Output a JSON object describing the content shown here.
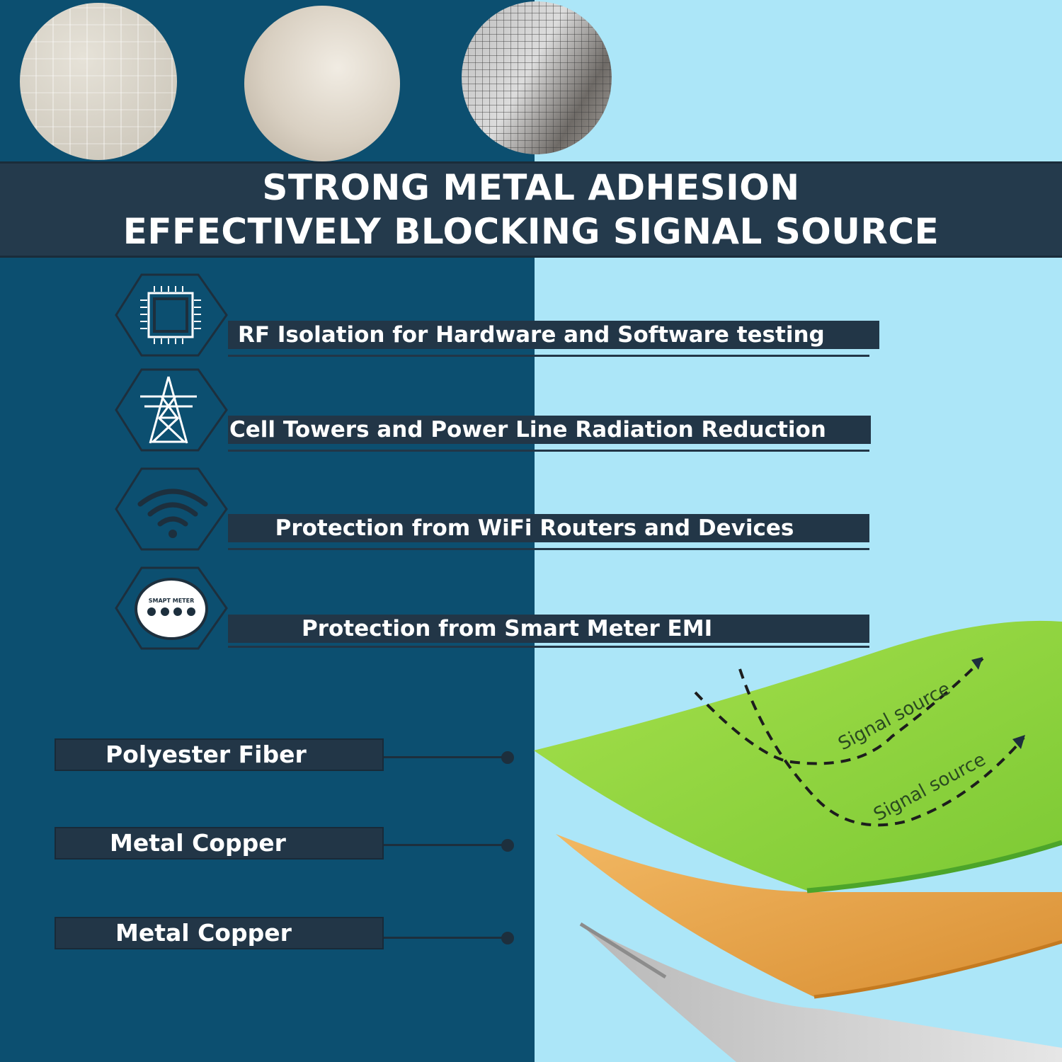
{
  "swatches": [
    {
      "name": "ripstop-fabric-closeup"
    },
    {
      "name": "beige-fabric-fold"
    },
    {
      "name": "grid-fabric-fold"
    }
  ],
  "title": {
    "line1": "STRONG METAL ADHESION",
    "line2": "EFFECTIVELY BLOCKING SIGNAL SOURCE"
  },
  "features": [
    {
      "icon": "chip-icon",
      "label": "RF Isolation for Hardware and Software testing"
    },
    {
      "icon": "power-tower-icon",
      "label": "Cell Towers and Power Line Radiation Reduction"
    },
    {
      "icon": "wifi-icon",
      "label": "Protection from WiFi Routers and Devices"
    },
    {
      "icon": "smart-meter-icon",
      "label": "Protection from Smart Meter EMI",
      "icon_text": "SMAPT METER"
    }
  ],
  "layers": [
    {
      "label": "Polyester Fiber"
    },
    {
      "label": "Metal Copper"
    },
    {
      "label": "Metal Copper"
    }
  ],
  "diagram": {
    "arrow_label_1": "Signal source",
    "arrow_label_2": "Signal source",
    "colors": {
      "top_layer": "#8bd43a",
      "middle_layer": "#e9a54a",
      "bottom_layer": "#d2d2d2"
    }
  },
  "colors": {
    "left_panel": "#0c4f70",
    "right_panel": "#ace6f8",
    "band": "#243a4c"
  }
}
